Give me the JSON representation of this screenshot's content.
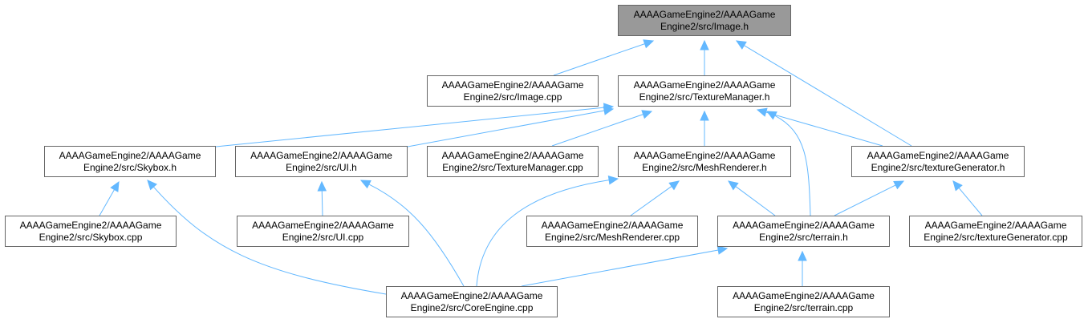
{
  "nodes": [
    {
      "id": "image_h",
      "l1": "AAAAGameEngine2/AAAAGame",
      "l2": "Engine2/src/Image.h",
      "root": true
    },
    {
      "id": "image_cpp",
      "l1": "AAAAGameEngine2/AAAAGame",
      "l2": "Engine2/src/Image.cpp"
    },
    {
      "id": "texturemanager_h",
      "l1": "AAAAGameEngine2/AAAAGame",
      "l2": "Engine2/src/TextureManager.h"
    },
    {
      "id": "skybox_h",
      "l1": "AAAAGameEngine2/AAAAGame",
      "l2": "Engine2/src/Skybox.h"
    },
    {
      "id": "ui_h",
      "l1": "AAAAGameEngine2/AAAAGame",
      "l2": "Engine2/src/UI.h"
    },
    {
      "id": "texturemanager_cpp",
      "l1": "AAAAGameEngine2/AAAAGame",
      "l2": "Engine2/src/TextureManager.cpp"
    },
    {
      "id": "meshrenderer_h",
      "l1": "AAAAGameEngine2/AAAAGame",
      "l2": "Engine2/src/MeshRenderer.h"
    },
    {
      "id": "texturegenerator_h",
      "l1": "AAAAGameEngine2/AAAAGame",
      "l2": "Engine2/src/textureGenerator.h"
    },
    {
      "id": "skybox_cpp",
      "l1": "AAAAGameEngine2/AAAAGame",
      "l2": "Engine2/src/Skybox.cpp"
    },
    {
      "id": "ui_cpp",
      "l1": "AAAAGameEngine2/AAAAGame",
      "l2": "Engine2/src/UI.cpp"
    },
    {
      "id": "meshrenderer_cpp",
      "l1": "AAAAGameEngine2/AAAAGame",
      "l2": "Engine2/src/MeshRenderer.cpp"
    },
    {
      "id": "terrain_h",
      "l1": "AAAAGameEngine2/AAAAGame",
      "l2": "Engine2/src/terrain.h"
    },
    {
      "id": "texturegenerator_cpp",
      "l1": "AAAAGameEngine2/AAAAGame",
      "l2": "Engine2/src/textureGenerator.cpp"
    },
    {
      "id": "coreengine_cpp",
      "l1": "AAAAGameEngine2/AAAAGame",
      "l2": "Engine2/src/CoreEngine.cpp"
    },
    {
      "id": "terrain_cpp",
      "l1": "AAAAGameEngine2/AAAAGame",
      "l2": "Engine2/src/terrain.cpp"
    }
  ],
  "edges": [
    {
      "from": "image_cpp",
      "to": "image_h"
    },
    {
      "from": "texturemanager_h",
      "to": "image_h"
    },
    {
      "from": "texturegenerator_h",
      "to": "image_h"
    },
    {
      "from": "skybox_h",
      "to": "texturemanager_h"
    },
    {
      "from": "ui_h",
      "to": "texturemanager_h"
    },
    {
      "from": "texturemanager_cpp",
      "to": "texturemanager_h"
    },
    {
      "from": "meshrenderer_h",
      "to": "texturemanager_h"
    },
    {
      "from": "terrain_h",
      "to": "texturemanager_h"
    },
    {
      "from": "texturegenerator_h",
      "to": "texturemanager_h"
    },
    {
      "from": "skybox_cpp",
      "to": "skybox_h"
    },
    {
      "from": "coreengine_cpp",
      "to": "skybox_h"
    },
    {
      "from": "ui_cpp",
      "to": "ui_h"
    },
    {
      "from": "coreengine_cpp",
      "to": "ui_h"
    },
    {
      "from": "coreengine_cpp",
      "to": "meshrenderer_h"
    },
    {
      "from": "meshrenderer_cpp",
      "to": "meshrenderer_h"
    },
    {
      "from": "terrain_h",
      "to": "meshrenderer_h"
    },
    {
      "from": "terrain_h",
      "to": "texturegenerator_h"
    },
    {
      "from": "texturegenerator_cpp",
      "to": "texturegenerator_h"
    },
    {
      "from": "coreengine_cpp",
      "to": "terrain_h"
    },
    {
      "from": "terrain_cpp",
      "to": "terrain_h"
    }
  ],
  "colors": {
    "edge": "#63b8ff",
    "node_border": "#666666",
    "root_fill": "#999999",
    "node_fill": "#ffffff"
  }
}
